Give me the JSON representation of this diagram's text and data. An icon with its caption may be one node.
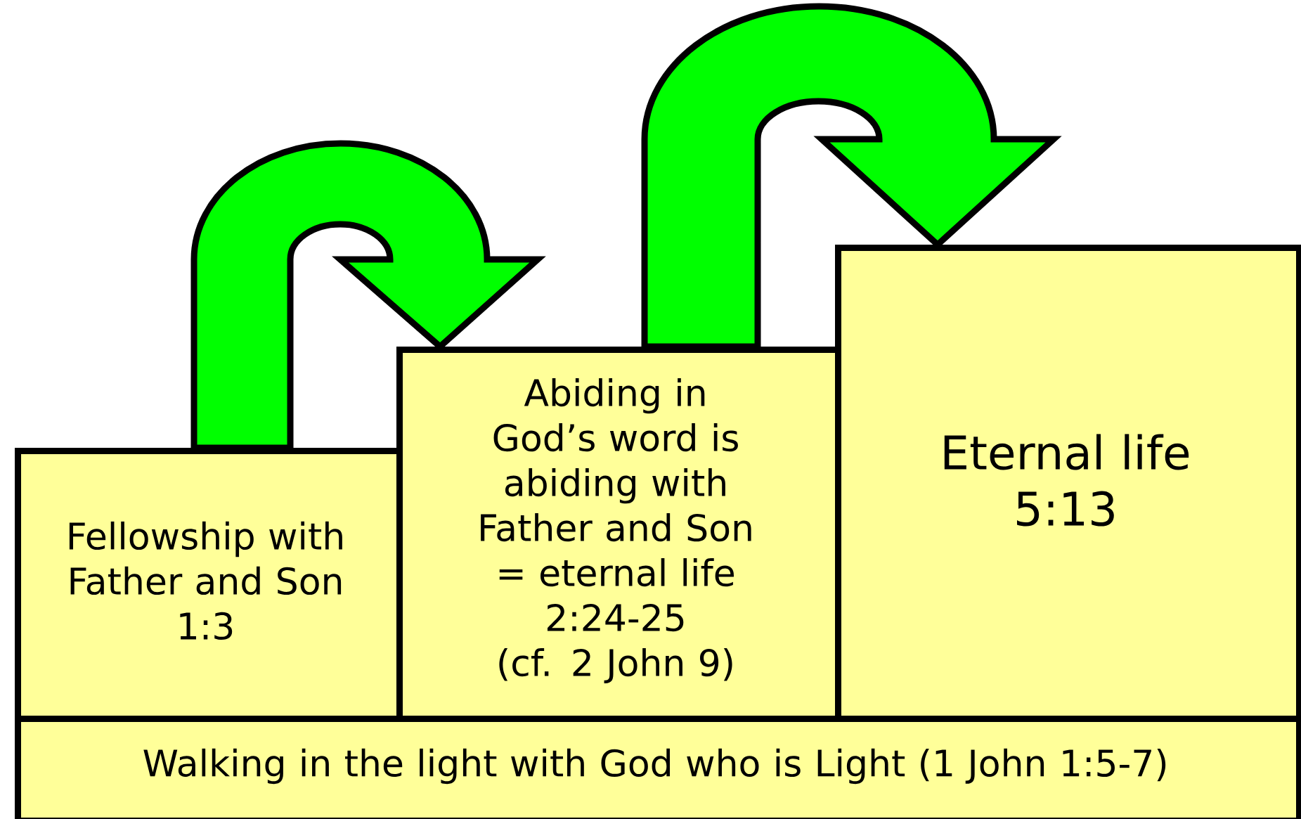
{
  "diagram": {
    "nodes": [
      {
        "text": [
          "Fellowship with Father and Son",
          "1:3"
        ]
      },
      {
        "text": [
          "Abiding in God’s word is abiding with Father and Son = eternal life",
          "2:24-25",
          "(cf. 2 John 9)"
        ]
      },
      {
        "text": [
          "Eternal life",
          "5:13"
        ]
      },
      {
        "text": [
          "Walking in the light with God who is Light (1 John 1:5-7)"
        ]
      }
    ],
    "edges": [
      {
        "from": 0,
        "to": 1,
        "arrow": "to"
      },
      {
        "from": 1,
        "to": 2,
        "arrow": "to"
      }
    ]
  }
}
